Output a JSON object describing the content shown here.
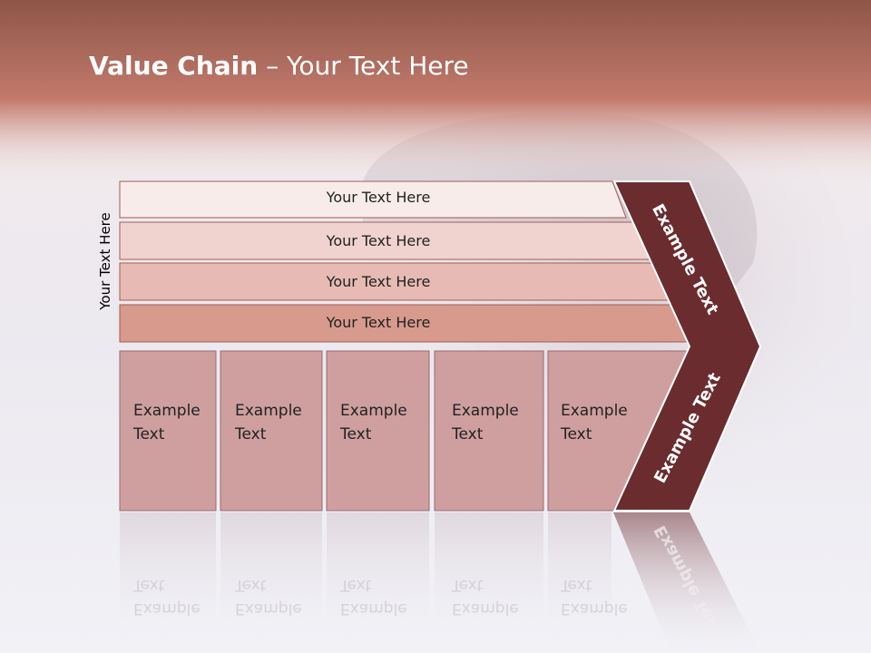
{
  "slide": {
    "title_bold": "Value Chain",
    "title_rest": " – Your Text Here",
    "side_label": "Your Text Here",
    "bars": [
      {
        "label": "Your Text Here"
      },
      {
        "label": "Your Text Here"
      },
      {
        "label": "Your Text Here"
      },
      {
        "label": "Your Text Here"
      }
    ],
    "boxes": [
      {
        "line1": "Example",
        "line2": "Text"
      },
      {
        "line1": "Example",
        "line2": "Text"
      },
      {
        "line1": "Example",
        "line2": "Text"
      },
      {
        "line1": "Example",
        "line2": "Text"
      },
      {
        "line1": "Example",
        "line2": "Text"
      }
    ],
    "chevron_top": "Example Text",
    "chevron_bottom": "Example Text"
  },
  "colors": {
    "header": "#b86a5c",
    "bar1": "#f8ecea",
    "bar2": "#f0d3cf",
    "bar3": "#e7bbb4",
    "bar4": "#d89a8d",
    "box": "#cf9fa0",
    "chevron": "#6b2c2f"
  }
}
